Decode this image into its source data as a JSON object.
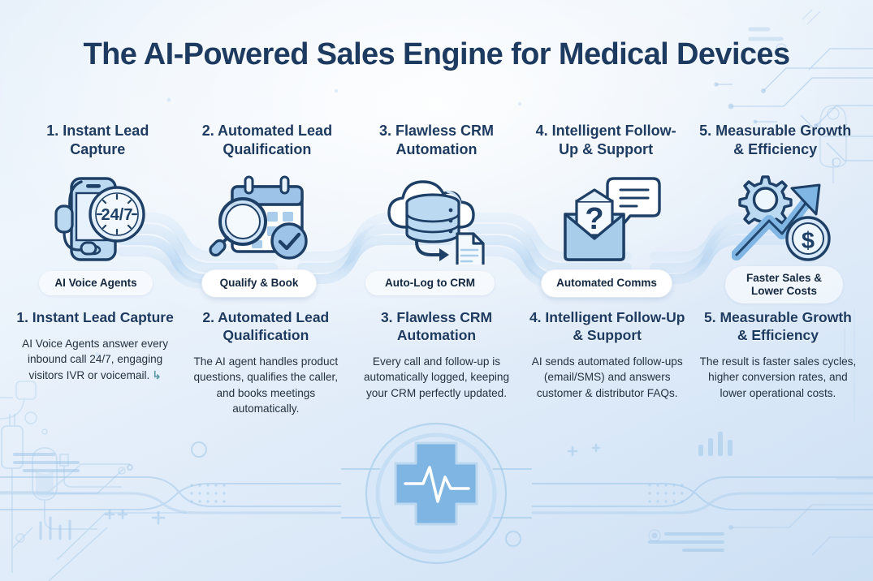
{
  "title": "The AI-Powered Sales Engine for Medical Devices",
  "theme": {
    "title_color": "#1d3a60",
    "heading_color": "#1d3a60",
    "body_color": "#24323f",
    "icon_outline": "#1e3f66",
    "icon_fill": "#9dc4e8",
    "ribbon_color": "#b7d6f0",
    "background_top": "#e8f1fa",
    "background_bottom": "#d6e6f7",
    "accent_arrow": "#5f9aa8"
  },
  "steps": [
    {
      "top_heading": "1. Instant Lead Capture",
      "pill": "AI Voice Agents",
      "pill_style": "flat",
      "icon": "phone-headset-247-clock-icon",
      "detail_heading": "1. Instant Lead Capture",
      "detail_body": "AI Voice Agents answer every inbound call 24/7, engaging visitors IVR or voicemail.",
      "detail_tail_glyph": "↳"
    },
    {
      "top_heading": "2. Automated Lead Qualification",
      "pill": "Qualify & Book",
      "pill_style": "raised",
      "icon": "calendar-magnifier-check-icon",
      "detail_heading": "2. Automated Lead Qualification",
      "detail_body": "The AI agent handles product questions, qualifies the caller, and books meetings automatically."
    },
    {
      "top_heading": "3. Flawless CRM Automation",
      "pill": "Auto-Log to CRM",
      "pill_style": "flat",
      "icon": "cloud-database-document-icon",
      "detail_heading": "3. Flawless CRM Automation",
      "detail_body": "Every call and follow-up is automatically logged, keeping your CRM perfectly updated."
    },
    {
      "top_heading": "4. Intelligent Follow-Up & Support",
      "pill": "Automated Comms",
      "pill_style": "raised",
      "icon": "envelope-question-chat-icon",
      "detail_heading": "4. Intelligent Follow-Up & Support",
      "detail_body": "AI sends automated follow-ups (email/SMS) and answers customer & distributor FAQs."
    },
    {
      "top_heading": "5. Measurable Growth & Efficiency",
      "pill": "Faster Sales & Lower Costs",
      "pill_style": "flat",
      "icon": "gear-growth-arrow-dollar-icon",
      "detail_heading": "5. Measurable Growth & Efficiency",
      "detail_body": "The result is faster sales cycles, higher conversion rates, and lower operational costs."
    }
  ],
  "footer": {
    "emblem": "medical-cross-heartbeat-emblem"
  },
  "icon_badges": {
    "clock_label": "24/7",
    "question_label": "?",
    "dollar_label": "$"
  }
}
